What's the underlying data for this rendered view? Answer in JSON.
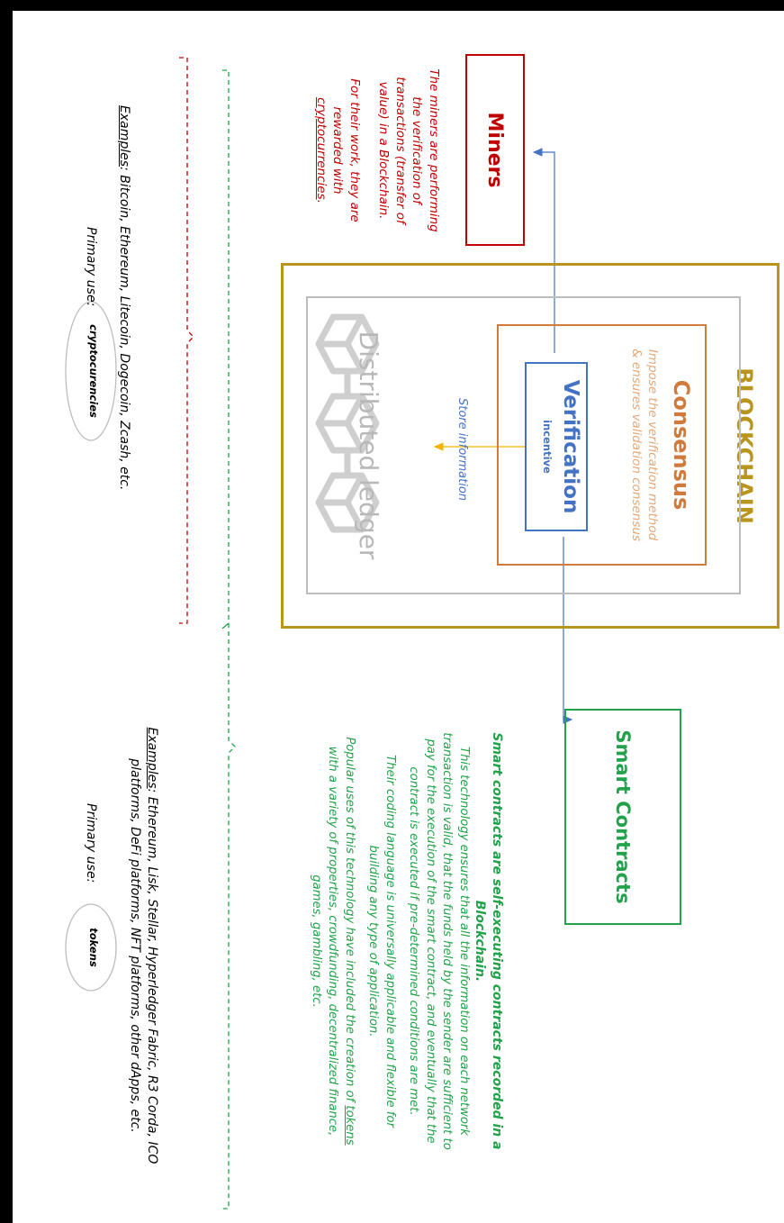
{
  "colors": {
    "blockchain": "#b8961e",
    "consensus": "#d07a3c",
    "consensus_text": "#e6a877",
    "verification": "#4472c4",
    "ledger": "#b8b8b8",
    "miners": "#c00000",
    "smart": "#22a24a",
    "ellipse": "#bdbdbd"
  },
  "blockchain": {
    "title": "BLOCKCHAIN"
  },
  "consensus": {
    "title": "Consensus",
    "subtitle_line1": "Impose the verification method",
    "subtitle_line2": "& ensures validation consensus"
  },
  "verification": {
    "title": "Verification",
    "incentive": "incentive"
  },
  "ledger": {
    "title": "Distributed ledger",
    "store_label": "Store information"
  },
  "miners": {
    "title": "Miners",
    "desc_lines": [
      "The miners are performing",
      "the verification of",
      "transactions (transfer of",
      "value) in a Blockchain."
    ],
    "reward_lines": [
      "For their work, they are",
      "rewarded with"
    ],
    "reward_link": "cryptocurrencies",
    "reward_end": ".",
    "examples_label": "Examples",
    "examples_text": ": Bitcoin, Ethereum, Litecoin, Dogecoin, Zcash, etc.",
    "primary_use_label": "Primary use:",
    "primary_use_value": "cryptocurencies"
  },
  "smart": {
    "title": "Smart Contracts",
    "heading_line1": "Smart contracts are self-executing contracts recorded in a",
    "heading_line2": "Blockchain.",
    "para1_lines": [
      "This technology ensures that all the information on each network",
      "transaction is valid, that the funds held by the sender are sufficient to",
      "pay for the execution of the smart contract, and eventually that the",
      "contract is executed if pre-determined conditions are met."
    ],
    "para2_lines": [
      "Their coding language is universally applicable and flexible for",
      "building any type of application."
    ],
    "para3_line1_pre": "Popular uses of this technology have included the creation of ",
    "para3_link": "tokens",
    "para3_lines": [
      "with a variety of properties, crowdfunding, decentralized finance,",
      "games, gambling, etc."
    ],
    "examples_label": "Examples",
    "examples_line1": ": Ethereum, Lisk, Stellar, Hyperledger Fabric, R3 Corda, ICO",
    "examples_line2": "platforms, DeFi platforms, NFT platforms, other dApps, etc.",
    "primary_use_label": "Primary use:",
    "primary_use_value": "tokens"
  }
}
